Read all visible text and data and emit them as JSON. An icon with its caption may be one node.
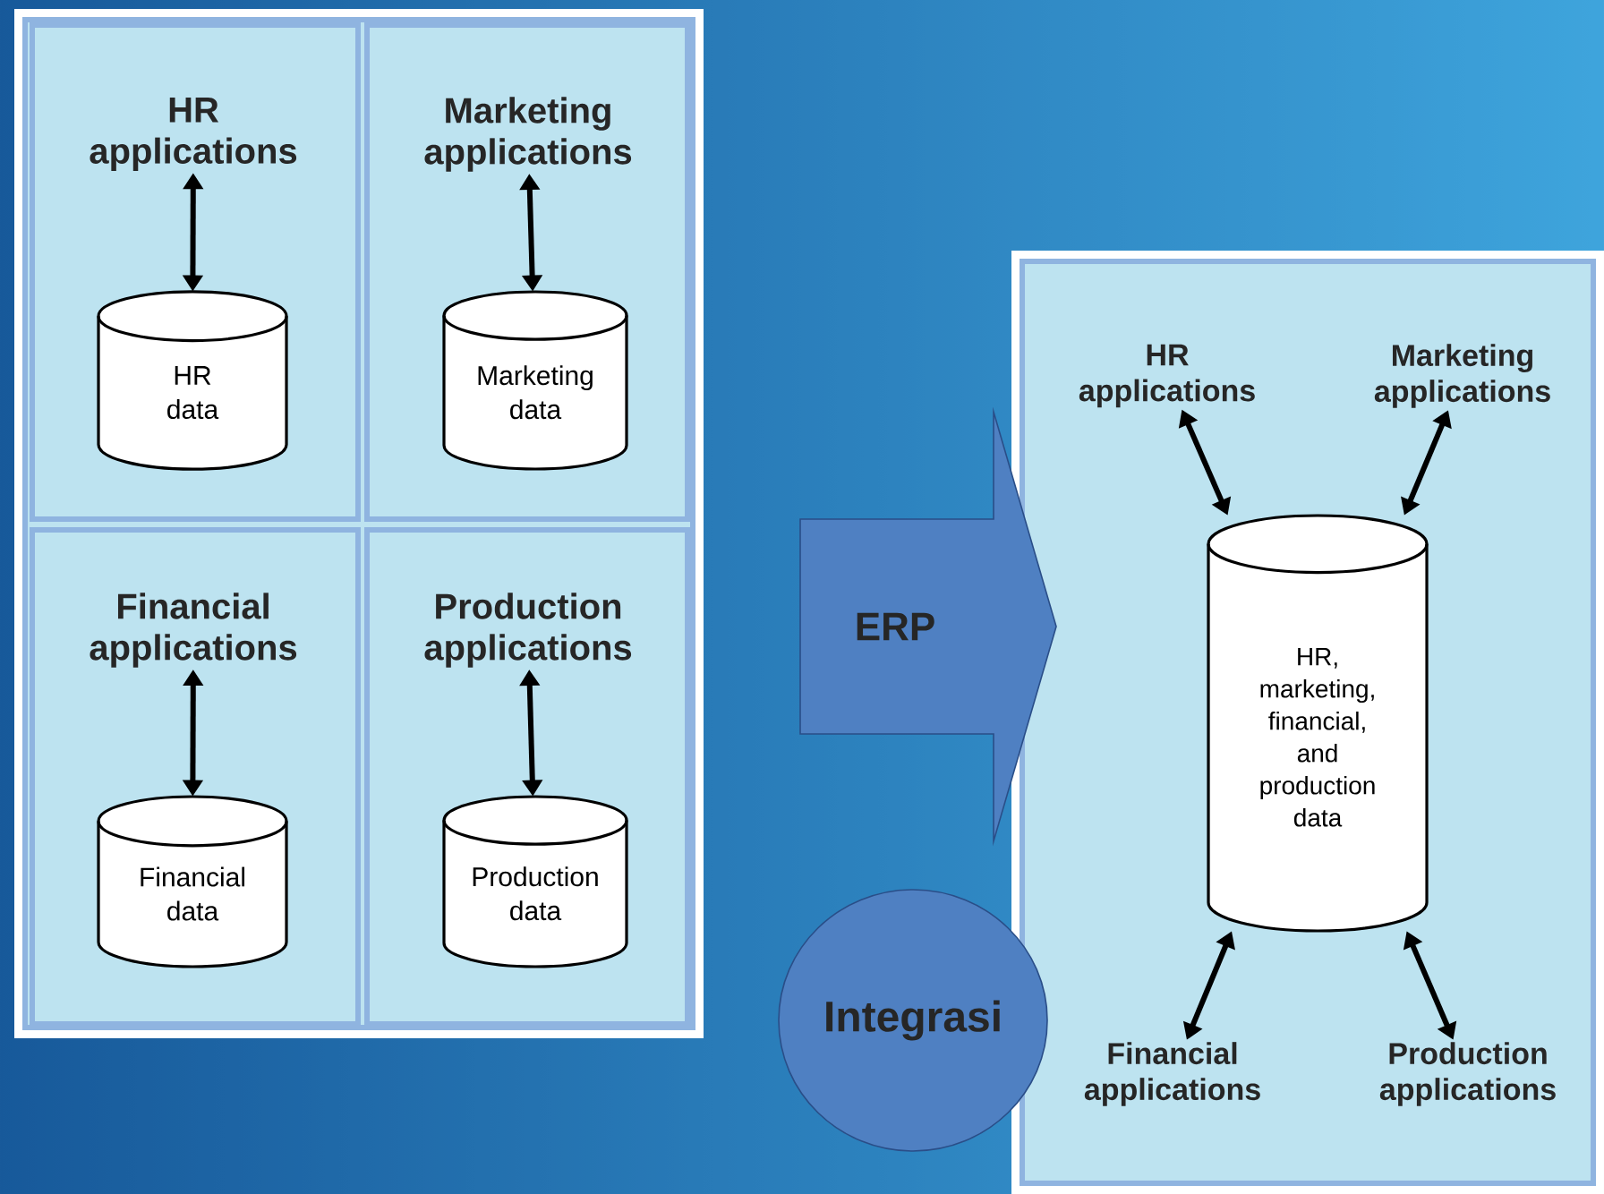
{
  "diagram": {
    "nodes": [
      {
        "text": [],
        "shape": "box"
      },
      {
        "text": [],
        "shape": "box",
        "in": 0
      },
      {
        "text": [
          "HR applications"
        ],
        "in": 1
      },
      {
        "text": [
          "HR data"
        ],
        "in": 1
      },
      {
        "text": [],
        "shape": "box",
        "in": 0
      },
      {
        "text": [
          "Marketing applications"
        ],
        "in": 4
      },
      {
        "text": [
          "Marketing data"
        ],
        "in": 4
      },
      {
        "text": [],
        "shape": "box",
        "in": 0
      },
      {
        "text": [
          "Financial applications"
        ],
        "in": 7
      },
      {
        "text": [
          "Financial data"
        ],
        "in": 7
      },
      {
        "text": [],
        "shape": "box",
        "in": 0
      },
      {
        "text": [
          "Production applications"
        ],
        "in": 10
      },
      {
        "text": [
          "Production data"
        ],
        "in": 10
      },
      {
        "text": [
          "ERP"
        ]
      },
      {
        "text": [],
        "shape": "box"
      },
      {
        "text": [
          "HR applications"
        ],
        "in": 14
      },
      {
        "text": [
          "Marketing applications"
        ],
        "in": 14
      },
      {
        "text": [
          "HR, marketing, financial, and production data"
        ],
        "in": 14
      },
      {
        "text": [
          "Financial applications"
        ],
        "in": 14
      },
      {
        "text": [
          "Production applications"
        ],
        "in": 14
      },
      {
        "text": [
          "Integrasi"
        ]
      }
    ],
    "edges": [
      {
        "from": 2,
        "to": 3,
        "arrow": "both"
      },
      {
        "from": 5,
        "to": 6,
        "arrow": "both"
      },
      {
        "from": 8,
        "to": 9,
        "arrow": "both"
      },
      {
        "from": 11,
        "to": 12,
        "arrow": "both"
      },
      {
        "from": 15,
        "to": 17,
        "arrow": "both"
      },
      {
        "from": 16,
        "to": 17,
        "arrow": "both"
      },
      {
        "from": 18,
        "to": 17,
        "arrow": "both"
      },
      {
        "from": 19,
        "to": 17,
        "arrow": "both"
      }
    ]
  }
}
